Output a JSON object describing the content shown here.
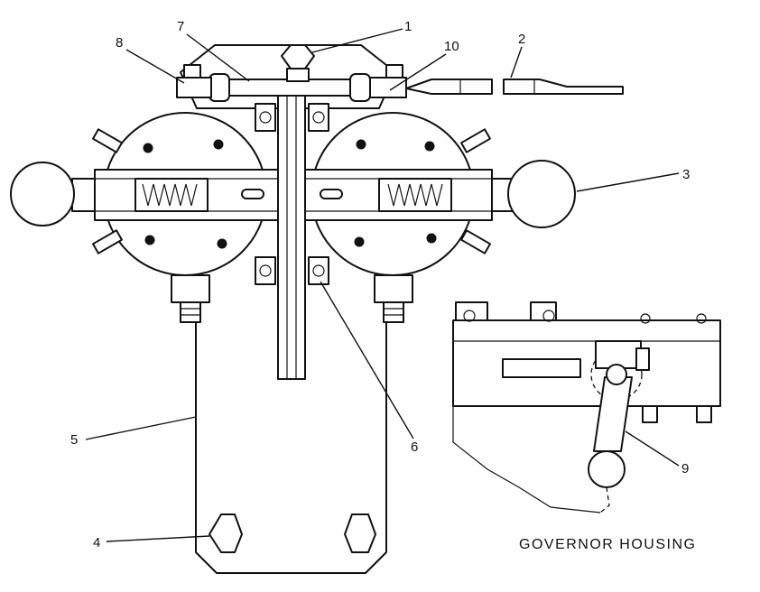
{
  "callouts": [
    "1",
    "2",
    "3",
    "4",
    "5",
    "6",
    "7",
    "8",
    "9",
    "10"
  ],
  "inset_caption": "GOVERNOR HOUSING"
}
